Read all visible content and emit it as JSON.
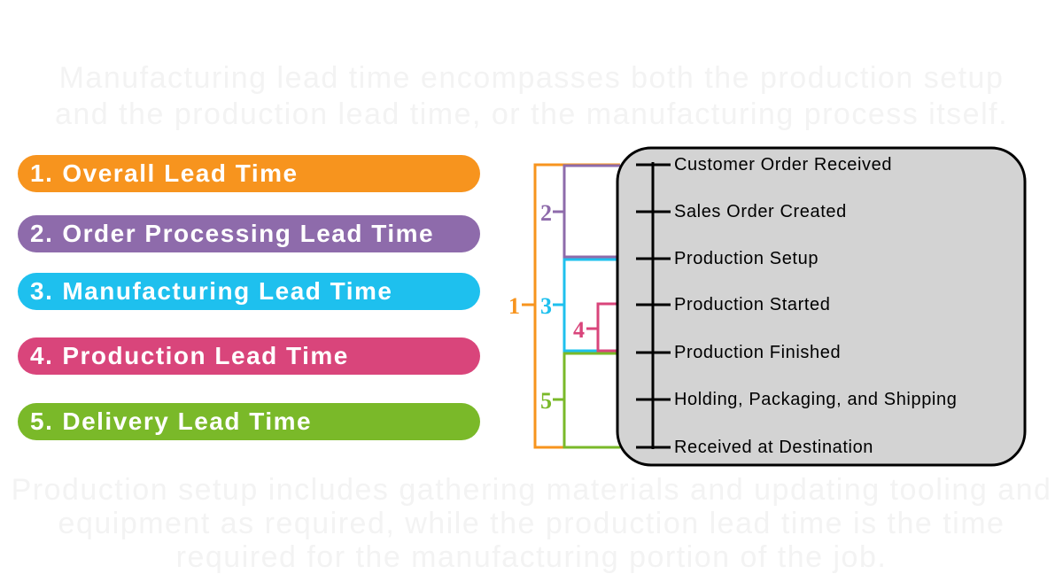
{
  "background_text": {
    "top": [
      "Manufacturing lead time encompasses both the production setup",
      "and the production lead time, or the manufacturing process itself."
    ],
    "bottom": [
      "Production setup includes gathering materials and updating tooling and",
      "equipment as required, while the production lead time is the time",
      "required for the manufacturing portion of the job."
    ]
  },
  "legend": [
    {
      "number": "1.",
      "label": "Overall Lead Time",
      "color": "#F7941E"
    },
    {
      "number": "2.",
      "label": "Order Processing Lead Time",
      "color": "#8E6BAB"
    },
    {
      "number": "3.",
      "label": "Manufacturing Lead Time",
      "color": "#1EC0EE"
    },
    {
      "number": "4.",
      "label": "Production Lead Time",
      "color": "#D9457B"
    },
    {
      "number": "5.",
      "label": "Delivery Lead Time",
      "color": "#7AB929"
    }
  ],
  "bracket_labels": {
    "b1": "1",
    "b2": "2",
    "b3": "3",
    "b4": "4",
    "b5": "5"
  },
  "timeline": {
    "events": [
      "Customer Order Received",
      "Sales Order Created",
      "Production Setup",
      "Production Started",
      "Production Finished",
      "Holding, Packaging, and Shipping",
      "Received at Destination"
    ],
    "panel_color": "#D3D3D3"
  }
}
